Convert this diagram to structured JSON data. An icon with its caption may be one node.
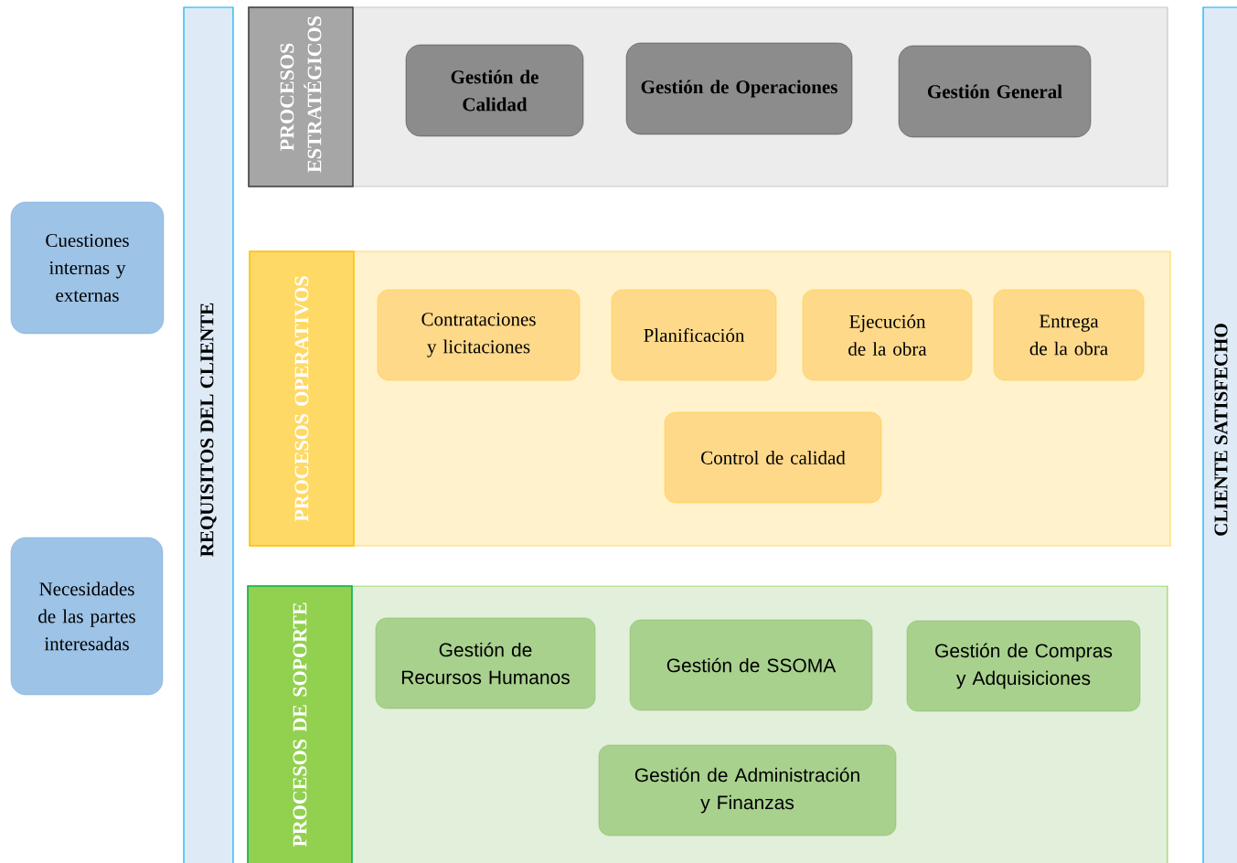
{
  "diagram": {
    "nodes": [
      {
        "text": [
          "Cuestiones internas y externas"
        ]
      },
      {
        "text": [
          "Necesidades de las partes interesadas"
        ]
      },
      {
        "text": [
          "REQUISITOS DEL CLIENTE"
        ]
      },
      {
        "text": [
          "PROCESOS ESTRATÉGICOS"
        ]
      },
      {
        "text": [
          "Gestión de Calidad"
        ],
        "in": 3
      },
      {
        "text": [
          "Gestión de Operaciones"
        ],
        "in": 3
      },
      {
        "text": [
          "Gestión General"
        ],
        "in": 3
      },
      {
        "text": [
          "PROCESOS OPERATIVOS"
        ]
      },
      {
        "text": [
          "Contrataciones y licitaciones"
        ],
        "in": 7
      },
      {
        "text": [
          "Planificación"
        ],
        "in": 7
      },
      {
        "text": [
          "Ejecución de la obra"
        ],
        "in": 7
      },
      {
        "text": [
          "Entrega de la obra"
        ],
        "in": 7
      },
      {
        "text": [
          "Control de calidad"
        ],
        "in": 7
      },
      {
        "text": [
          "PROCESOS DE SOPORTE"
        ]
      },
      {
        "text": [
          "Gestión de Recursos Humanos"
        ],
        "in": 13
      },
      {
        "text": [
          "Gestión de SSOMA"
        ],
        "in": 13
      },
      {
        "text": [
          "Gestión de Compras y Adquisiciones"
        ],
        "in": 13
      },
      {
        "text": [
          "Gestión de Administración y Finanzas"
        ],
        "in": 13
      },
      {
        "text": [
          "CLIENTE SATISFECHO"
        ]
      }
    ]
  }
}
